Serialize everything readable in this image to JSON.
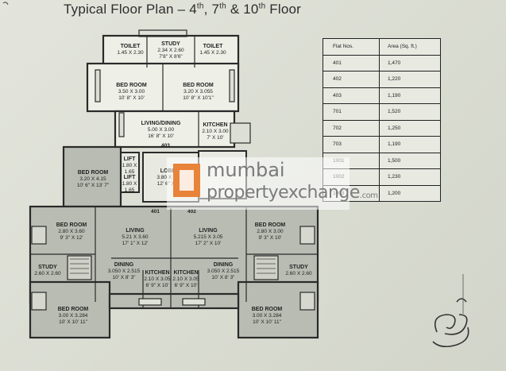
{
  "title": {
    "prefix": "Typical Floor Plan – 4",
    "s1": "th",
    "mid1": ", 7",
    "s2": "th",
    "mid2": " & 10",
    "s3": "th",
    "suffix": " Floor"
  },
  "table": {
    "headers": [
      "Flat Nos.",
      "Area (Sq. ft.)"
    ],
    "rows": [
      [
        "401",
        "1,470"
      ],
      [
        "402",
        "1,220"
      ],
      [
        "403",
        "1,190"
      ],
      [
        "701",
        "1,520"
      ],
      [
        "702",
        "1,250"
      ],
      [
        "703",
        "1,190"
      ],
      [
        "1001",
        "1,500"
      ],
      [
        "1002",
        "1,230"
      ],
      [
        "1003",
        "1,200"
      ]
    ]
  },
  "watermark": {
    "line1": "mumbai",
    "line2": "propertyexchange",
    "suffix": ".com"
  },
  "flats": {
    "f401": "401",
    "f402": "402",
    "f403": "403"
  },
  "rooms": {
    "study_top": {
      "name": "STUDY",
      "dim": "2.34 X 2.60",
      "ft": "7'8\" X 8'6\""
    },
    "toilet_l": {
      "name": "TOILET",
      "dim": "1.45 X 2.30"
    },
    "toilet_r": {
      "name": "TOILET",
      "dim": "1.45 X 2.30"
    },
    "bed_top_l": {
      "name": "BED ROOM",
      "dim": "3.50 X 3.00",
      "ft": "10' 8\" X 10'"
    },
    "bed_top_r": {
      "name": "BED ROOM",
      "dim": "3.20 X 3.055",
      "ft": "10' 8\" X 10'1\""
    },
    "living_403": {
      "name": "LIVING/DINING",
      "dim": "5.00 X 3.00",
      "ft": "16' 8\" X 10'"
    },
    "kitchen_403": {
      "name": "KITCHEN",
      "dim": "2.10 X 3.00",
      "ft": "7' X 10'"
    },
    "lift1": {
      "name": "LIFT",
      "dim": "1.80 X 1.65"
    },
    "lift2": {
      "name": "LIFT",
      "dim": "1.80 X 1.65"
    },
    "lobby": {
      "name": "LOBBY",
      "dim": "3.80 X 4.10",
      "ft": "12' 6\" X 13'"
    },
    "bed_left_top": {
      "name": "BED ROOM",
      "dim": "3.20 X 4.15",
      "ft": "10' 6\" X 13' 7\""
    },
    "bed_401_a": {
      "name": "BED ROOM",
      "dim": "2.80 X 3.60",
      "ft": "9' 3\" X 12'"
    },
    "living_401": {
      "name": "LIVING",
      "dim": "5.21 X 3.60",
      "ft": "17' 1\" X 12'"
    },
    "living_402": {
      "name": "LIVING",
      "dim": "5.215 X 3.05",
      "ft": "17' 2\" X 10'"
    },
    "bed_402_a": {
      "name": "BED ROOM",
      "dim": "2.80 X 3.00",
      "ft": "9' 3\" X 10'"
    },
    "study_l": {
      "name": "STUDY",
      "dim": "2.60 X 2.60"
    },
    "study_r": {
      "name": "STUDY",
      "dim": "2.60 X 2.60"
    },
    "dining_l": {
      "name": "DINING",
      "dim": "3.050 X 2.515",
      "ft": "10' X 8' 3\""
    },
    "dining_r": {
      "name": "DINING",
      "dim": "3.050 X 2.515",
      "ft": "10' X 8' 3\""
    },
    "kitchen_l": {
      "name": "KITCHEN",
      "dim": "2.10 X 3.05",
      "ft": "6' 9\" X 10'"
    },
    "kitchen_r": {
      "name": "KITCHEN",
      "dim": "2.10 X 3.05",
      "ft": "6' 9\" X 10'"
    },
    "bed_bot_l": {
      "name": "BED ROOM",
      "dim": "3.00 X 3.284",
      "ft": "10' X 10' 11\""
    },
    "bed_bot_r": {
      "name": "BED ROOM",
      "dim": "3.00 X 3.284",
      "ft": "10' X 10' 11\""
    }
  },
  "colors": {
    "wall": "#2a2a2a",
    "floor_dark": "#b9bcb3",
    "floor_light": "#eef0e8",
    "watermark_orange": "#e8833a"
  }
}
